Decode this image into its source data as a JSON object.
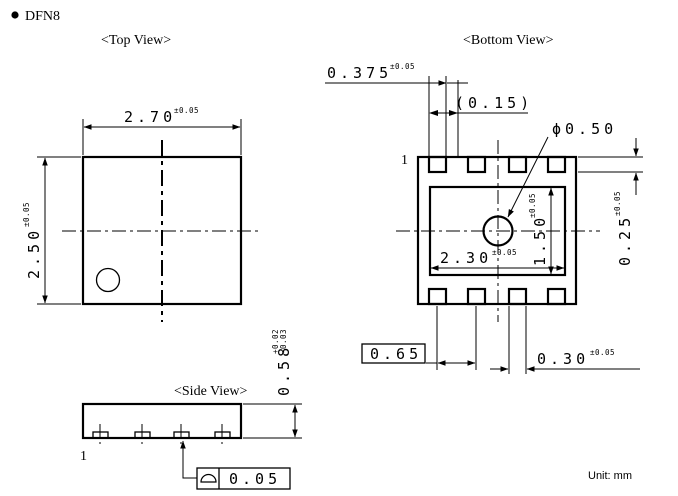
{
  "package_title": "DFN8",
  "views": {
    "top": "<Top View>",
    "bottom": "<Bottom View>",
    "side": "<Side View>"
  },
  "dimensions": {
    "top_width": {
      "value": "2.70",
      "tol": "±0.05"
    },
    "top_height": {
      "value": "2.50",
      "tol": "±0.05"
    },
    "pad_width": {
      "value": "0.375",
      "tol": "±0.05"
    },
    "pad_offset": "(0.15)",
    "hole_dia": "ϕ0.50",
    "pad_height": {
      "value": "0.25",
      "tol": "±0.05"
    },
    "epad_height": {
      "value": "1.50",
      "tol": "±0.05"
    },
    "epad_width": {
      "value": "2.30",
      "tol": "±0.05"
    },
    "pitch_box": "0.65",
    "pad_gap": {
      "value": "0.30",
      "tol": "±0.05"
    },
    "side_height": {
      "value": "0.58",
      "tol_plus": "+0.02",
      "tol_minus": "-0.03"
    },
    "flatness": "0.05"
  },
  "pin1_labels": [
    "1",
    "1"
  ],
  "unit_note": "Unit: mm"
}
